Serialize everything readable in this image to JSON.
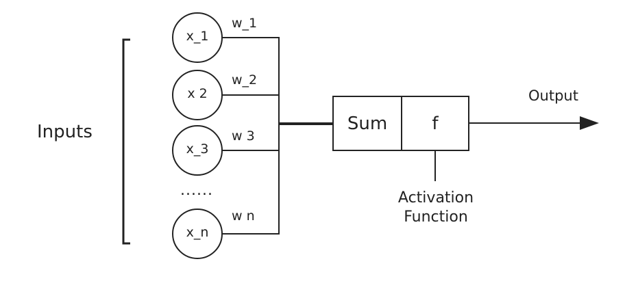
{
  "inputs": {
    "label": "Inputs"
  },
  "nodes": [
    {
      "label": "x_1",
      "weight": "w_1"
    },
    {
      "label": "x 2",
      "weight": "w_2"
    },
    {
      "label": "x_3",
      "weight": "w 3"
    },
    {
      "label": "x_n",
      "weight": "w n"
    }
  ],
  "ellipsis": "......",
  "sum_box": {
    "label": "Sum"
  },
  "activation_box": {
    "label": "f"
  },
  "activation_caption": {
    "line1": "Activation",
    "line2": "Function"
  },
  "output": {
    "label": "Output"
  }
}
